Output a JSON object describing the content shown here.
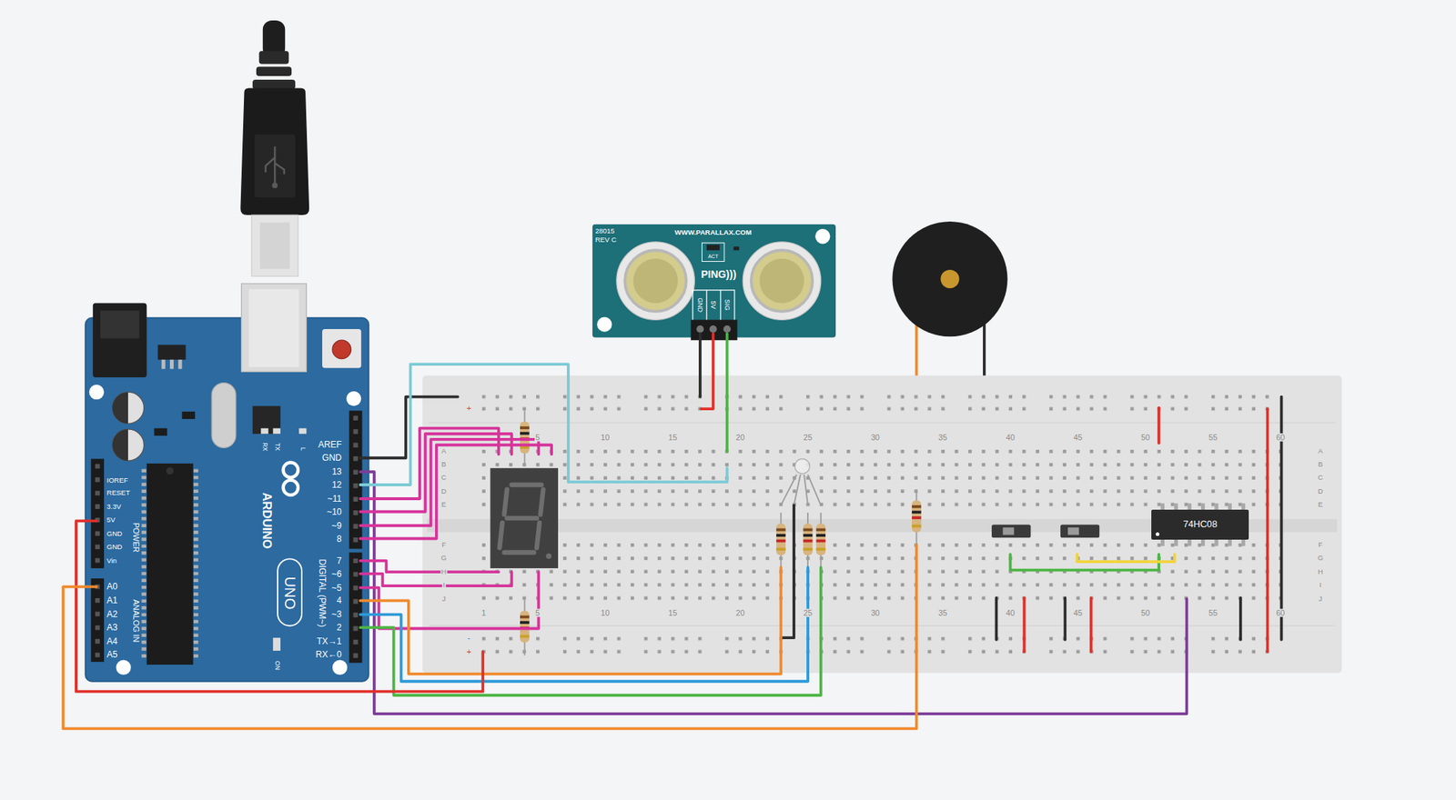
{
  "diagram": {
    "nodes": [
      {
        "text": [
          "AREF",
          "GND",
          "13",
          "12",
          "~11",
          "~10",
          "~9",
          "8",
          "7",
          "~6",
          "~5",
          "4",
          "~3",
          "2",
          "TX→1",
          "RX←0",
          "DIGITAL (PWM~)",
          "IOREF",
          "RESET",
          "3.3V",
          "5V",
          "GND",
          "GND",
          "Vin",
          "POWER",
          "A0",
          "A1",
          "A2",
          "A3",
          "A4",
          "A5",
          "ANALOG IN",
          "ARDUINO",
          "UNO",
          "RX",
          "TX",
          "L",
          "ON"
        ]
      },
      {
        "text": [
          "28015",
          "REV C",
          "WWW.PARALLAX.COM",
          "ACT",
          "PING)))",
          "GND",
          "5V",
          "SIG"
        ]
      },
      {
        "text": [
          "+",
          "5",
          "10",
          "15",
          "20",
          "25",
          "30",
          "35",
          "40",
          "45",
          "50",
          "55",
          "60",
          "A",
          "B",
          "C",
          "D",
          "E",
          "F",
          "G",
          "H",
          "I",
          "J",
          "A",
          "B",
          "C",
          "D",
          "E",
          "F",
          "G",
          "H",
          "I",
          "J",
          "1",
          "5",
          "10",
          "15",
          "20",
          "25",
          "30",
          "35",
          "40",
          "45",
          "50",
          "55",
          "60",
          "-",
          "+"
        ]
      },
      {
        "text": [
          "74HC08"
        ],
        "in": 2
      }
    ],
    "edges": [
      {
        "from": 0,
        "to": 2,
        "arrow": "none"
      },
      {
        "from": 0,
        "to": 2,
        "arrow": "none"
      },
      {
        "from": 0,
        "to": 2,
        "arrow": "none"
      },
      {
        "from": 0,
        "to": 2,
        "arrow": "none"
      },
      {
        "from": 0,
        "to": 2,
        "arrow": "none"
      },
      {
        "from": 0,
        "to": 2,
        "arrow": "none"
      },
      {
        "from": 0,
        "to": 2,
        "arrow": "none"
      },
      {
        "from": 0,
        "to": 2,
        "arrow": "none"
      },
      {
        "from": 0,
        "to": 2,
        "arrow": "none"
      },
      {
        "from": 0,
        "to": 2,
        "arrow": "none"
      },
      {
        "from": 0,
        "to": 2,
        "arrow": "none"
      },
      {
        "from": 0,
        "to": 2,
        "arrow": "none"
      },
      {
        "from": 0,
        "to": 2,
        "arrow": "none"
      },
      {
        "from": 0,
        "to": 2,
        "arrow": "none"
      },
      {
        "from": 0,
        "to": 2,
        "arrow": "none"
      },
      {
        "from": 1,
        "to": 2,
        "arrow": "none"
      },
      {
        "from": 1,
        "to": 2,
        "arrow": "none"
      },
      {
        "from": 1,
        "to": 2,
        "arrow": "none"
      }
    ]
  }
}
